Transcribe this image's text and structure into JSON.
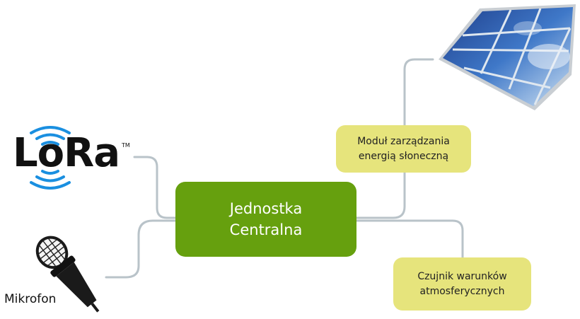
{
  "diagram": {
    "central": {
      "line1": "Jednostka",
      "line2": "Centralna"
    },
    "energy_module": {
      "line1": "Moduł zarządzania",
      "line2": "energią słoneczną"
    },
    "weather_sensor": {
      "line1": "Czujnik warunków",
      "line2": "atmosferycznych"
    },
    "lora": {
      "wordmark": "LoRa",
      "trademark": "TM"
    },
    "microphone": {
      "label": "Mikrofon"
    }
  },
  "colors": {
    "central_fill": "#66a00e",
    "module_fill": "#e6e47c",
    "connector": "#b9c3c9",
    "lora_waves": "#1a8fe0"
  },
  "icons": [
    "lora-logo",
    "microphone-icon",
    "solar-panel-image"
  ]
}
